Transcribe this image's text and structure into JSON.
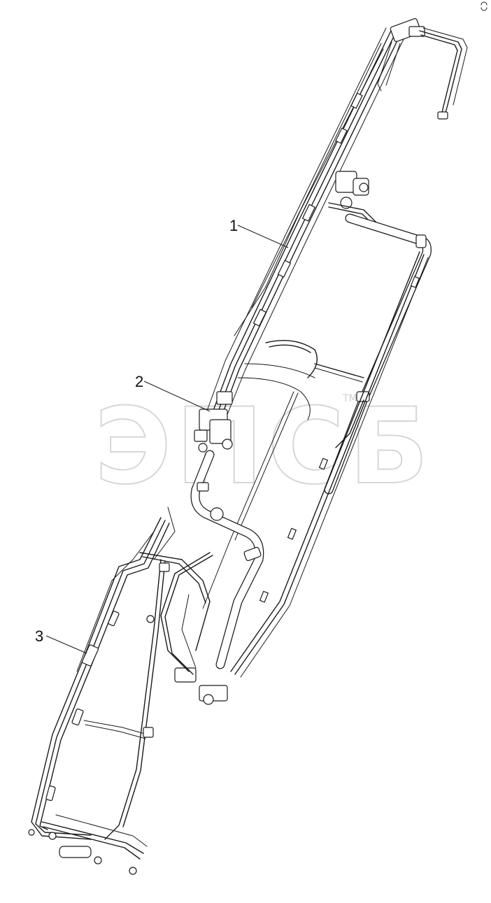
{
  "watermark": {
    "text": "ЭПСБ",
    "trademark": "TM"
  },
  "callouts": [
    {
      "label": "1"
    },
    {
      "label": "2"
    },
    {
      "label": "3"
    }
  ],
  "icons": {
    "corner_mark": "rotate-arrows-icon"
  }
}
